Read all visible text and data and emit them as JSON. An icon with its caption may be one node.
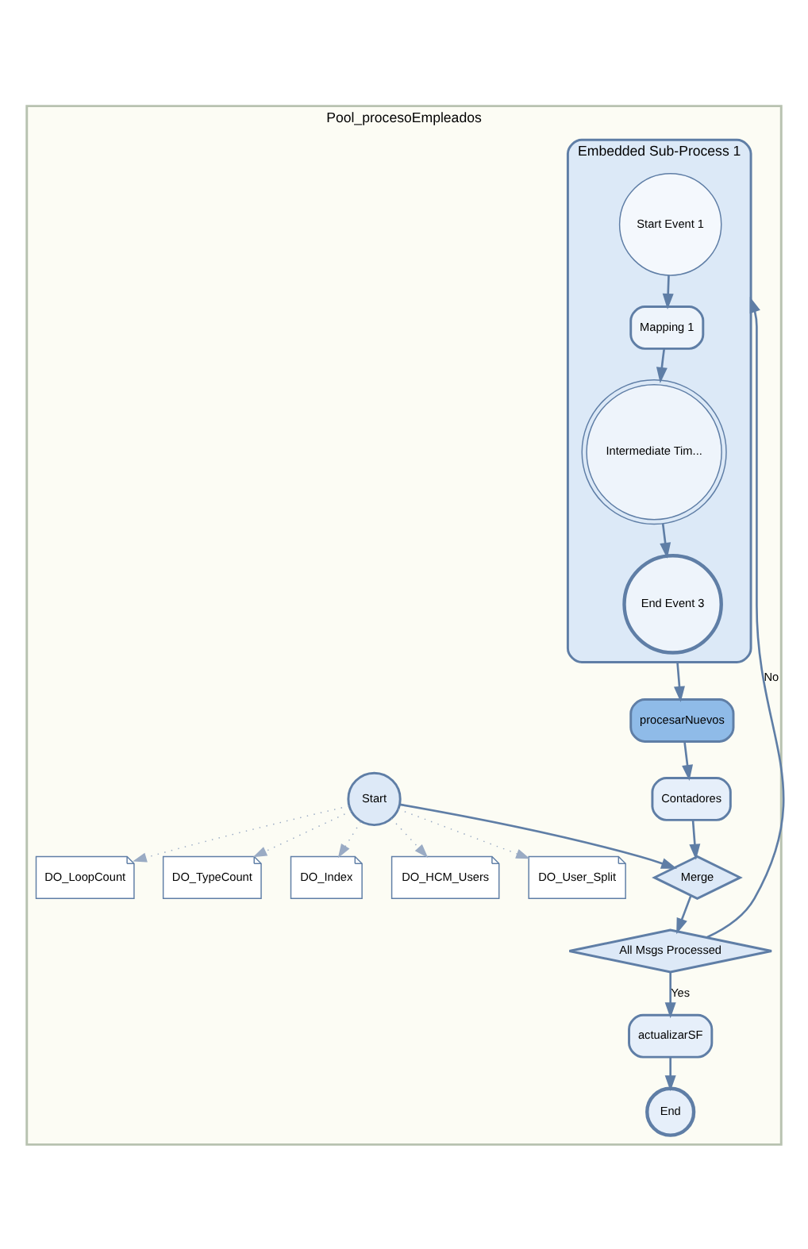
{
  "diagram": {
    "nodes": [
      {
        "text": [
          "Pool_procesoEmpleados"
        ]
      },
      {
        "text": [
          "Start"
        ],
        "in": 0
      },
      {
        "text": [
          "DO_LoopCount"
        ],
        "in": 0
      },
      {
        "text": [
          "DO_TypeCount"
        ],
        "in": 0
      },
      {
        "text": [
          "DO_Index"
        ],
        "in": 0
      },
      {
        "text": [
          "DO_HCM_Users"
        ],
        "in": 0
      },
      {
        "text": [
          "DO_User_Split"
        ],
        "in": 0
      },
      {
        "text": [
          "Merge"
        ],
        "in": 0
      },
      {
        "text": [
          "All Msgs Processed"
        ],
        "in": 0
      },
      {
        "text": [
          "actualizarSF"
        ],
        "in": 0
      },
      {
        "text": [
          "Embedded Sub-Process 1"
        ],
        "in": 0
      },
      {
        "text": [
          "Start Event 1"
        ],
        "in": 10
      },
      {
        "text": [
          "Mapping 1"
        ],
        "in": 10
      },
      {
        "text": [
          "Intermediate Tim..."
        ],
        "in": 10
      },
      {
        "text": [
          "End Event 3"
        ],
        "in": 10
      },
      {
        "text": [
          "procesarNuevos"
        ],
        "in": 0
      },
      {
        "text": [
          "End"
        ],
        "in": 0
      },
      {
        "text": [
          "Contadores"
        ],
        "in": 0
      }
    ],
    "edges": [
      {
        "from": 1,
        "to": 2,
        "arrow": "to",
        "style": "dashed",
        "color": "#9aabc4"
      },
      {
        "from": 1,
        "to": 3,
        "arrow": "to",
        "style": "dashed",
        "color": "#9aabc4"
      },
      {
        "from": 1,
        "to": 4,
        "arrow": "to",
        "style": "dashed",
        "color": "#9aabc4"
      },
      {
        "from": 1,
        "to": 5,
        "arrow": "to",
        "style": "dashed",
        "color": "#9aabc4"
      },
      {
        "from": 1,
        "to": 6,
        "arrow": "to",
        "style": "dashed",
        "color": "#9aabc4"
      },
      {
        "from": 1,
        "to": 7,
        "arrow": "to"
      },
      {
        "from": 7,
        "to": 8,
        "arrow": "to"
      },
      {
        "from": 8,
        "to": 9,
        "arrow": "to",
        "label": "Yes"
      },
      {
        "from": 8,
        "to": 10,
        "arrow": "to",
        "label": "No"
      },
      {
        "from": 9,
        "to": 16,
        "arrow": "to"
      },
      {
        "from": 11,
        "to": 12,
        "arrow": "to"
      },
      {
        "from": 12,
        "to": 13,
        "arrow": "to"
      },
      {
        "from": 13,
        "to": 14,
        "arrow": "to"
      },
      {
        "from": 10,
        "to": 15,
        "arrow": "to"
      },
      {
        "from": 15,
        "to": 17,
        "arrow": "to"
      },
      {
        "from": 17,
        "to": 7,
        "arrow": "to"
      }
    ]
  }
}
